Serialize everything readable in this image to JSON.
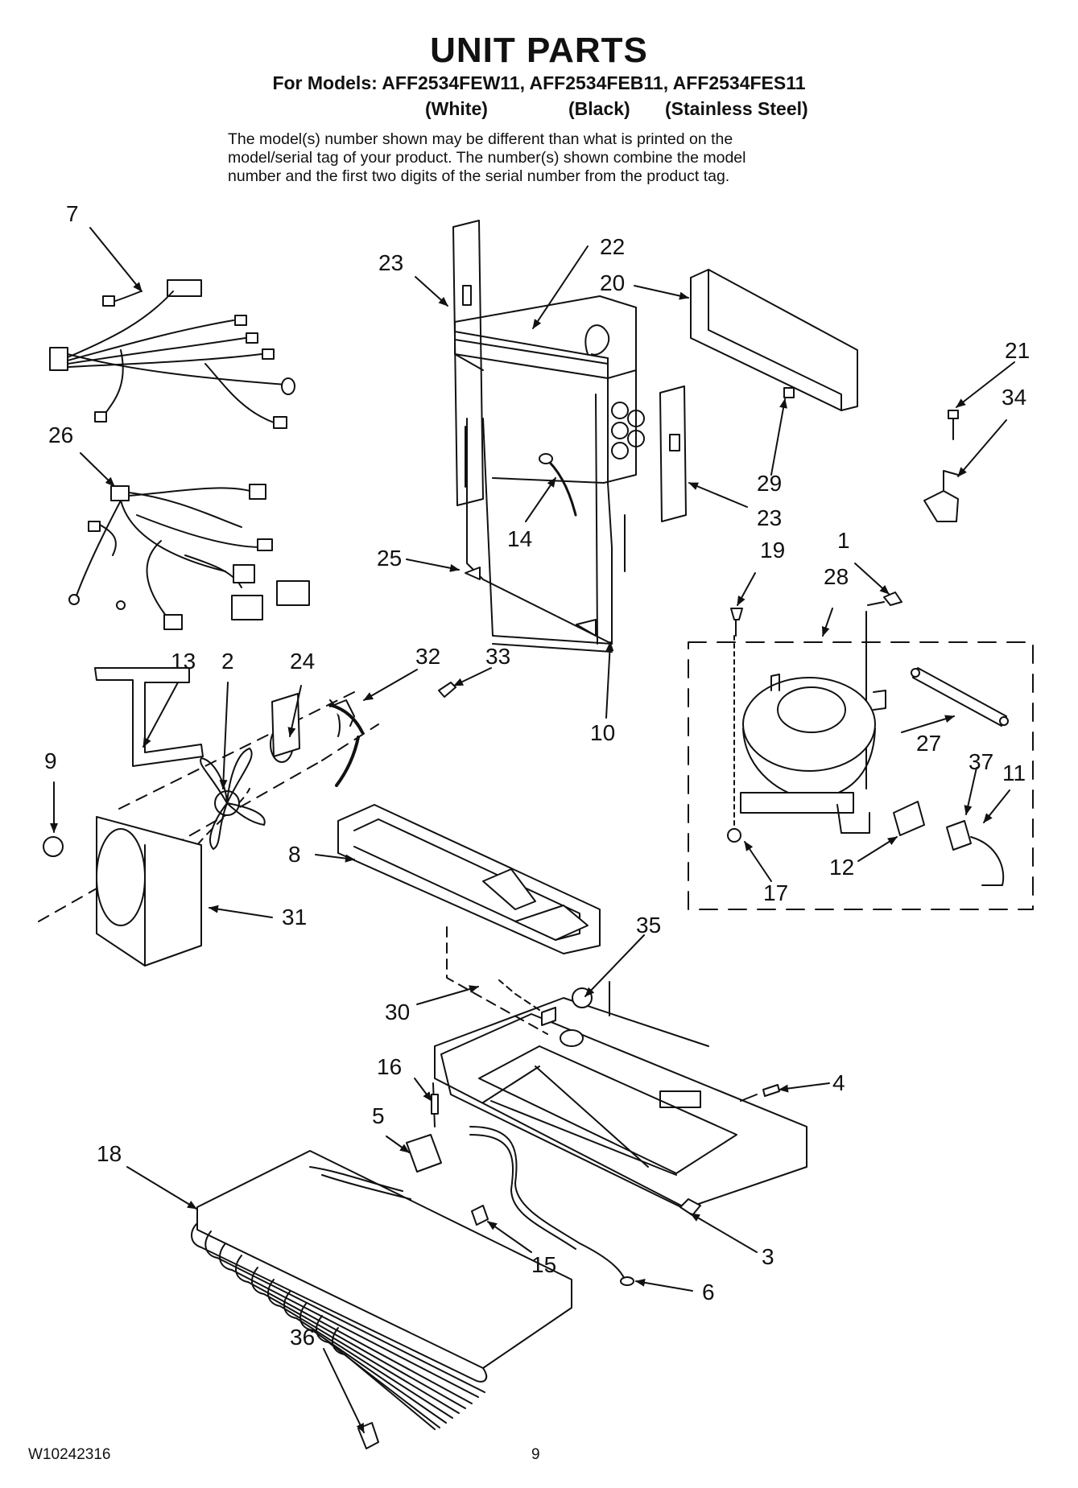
{
  "header": {
    "title": "UNIT PARTS",
    "models_line": "For Models: AFF2534FEW11, AFF2534FEB11, AFF2534FES11",
    "variants": [
      "(White)",
      "(Black)",
      "(Stainless Steel)"
    ],
    "note_lines": [
      "The model(s) number shown may be different than what is printed on the",
      "model/serial tag of your product. The number(s) shown combine the model",
      "number and the first two digits of the serial number from the product tag."
    ]
  },
  "callouts": [
    "7",
    "26",
    "23",
    "22",
    "20",
    "21",
    "34",
    "29",
    "23",
    "14",
    "25",
    "19",
    "1",
    "28",
    "10",
    "13",
    "2",
    "24",
    "32",
    "33",
    "9",
    "27",
    "37",
    "11",
    "8",
    "12",
    "17",
    "31",
    "35",
    "30",
    "16",
    "4",
    "5",
    "18",
    "3",
    "15",
    "6",
    "36"
  ],
  "footer": {
    "doc_number": "W10242316",
    "page": "9"
  }
}
